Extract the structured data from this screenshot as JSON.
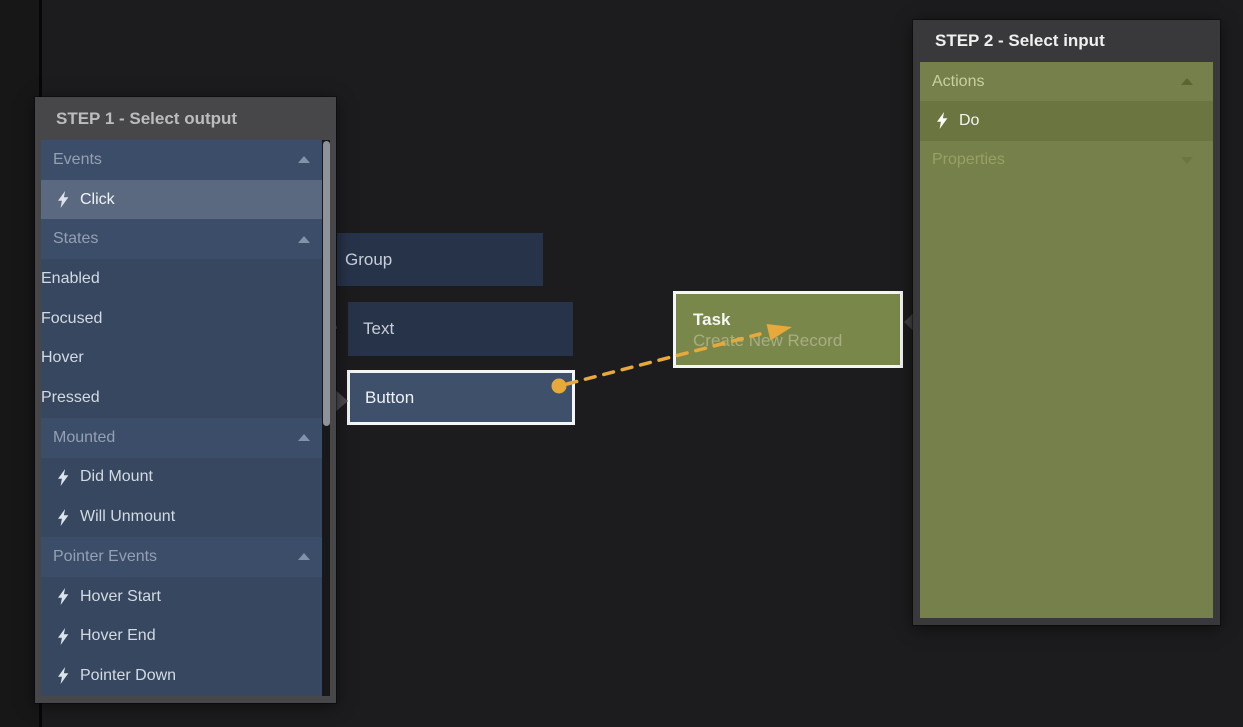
{
  "step1": {
    "title": "STEP 1 - Select output",
    "rows": [
      {
        "type": "section",
        "label": "Events",
        "arrow": "up"
      },
      {
        "type": "item",
        "label": "Click",
        "icon": "bolt",
        "selected": true
      },
      {
        "type": "section",
        "label": "States",
        "arrow": "up"
      },
      {
        "type": "item",
        "label": "Enabled"
      },
      {
        "type": "item",
        "label": "Focused"
      },
      {
        "type": "item",
        "label": "Hover"
      },
      {
        "type": "item",
        "label": "Pressed"
      },
      {
        "type": "section",
        "label": "Mounted",
        "arrow": "up"
      },
      {
        "type": "item",
        "label": "Did Mount",
        "icon": "bolt"
      },
      {
        "type": "item",
        "label": "Will Unmount",
        "icon": "bolt"
      },
      {
        "type": "section",
        "label": "Pointer Events",
        "arrow": "up"
      },
      {
        "type": "item",
        "label": "Hover Start",
        "icon": "bolt"
      },
      {
        "type": "item",
        "label": "Hover End",
        "icon": "bolt"
      },
      {
        "type": "item",
        "label": "Pointer Down",
        "icon": "bolt"
      }
    ]
  },
  "step2": {
    "title": "STEP 2 - Select input",
    "rows": [
      {
        "type": "section",
        "label": "Actions",
        "arrow": "up"
      },
      {
        "type": "item",
        "label": "Do",
        "icon": "bolt",
        "selected": true
      },
      {
        "type": "section",
        "label": "Properties",
        "arrow": "down",
        "muted": true
      }
    ]
  },
  "nodes": {
    "group": {
      "label": "Group"
    },
    "text": {
      "label": "Text"
    },
    "button": {
      "label": "Button"
    },
    "task": {
      "title": "Task",
      "subtitle": "Create New Record"
    }
  },
  "colors": {
    "wire_accent": "#e7a83c",
    "step1_row": "#374760",
    "step1_selected": "#5b6980",
    "step2_row": "#75804a",
    "step2_selected": "#6b753f",
    "node_navy": "#273349",
    "node_button": "#3f506b",
    "node_task": "#7a874a"
  }
}
